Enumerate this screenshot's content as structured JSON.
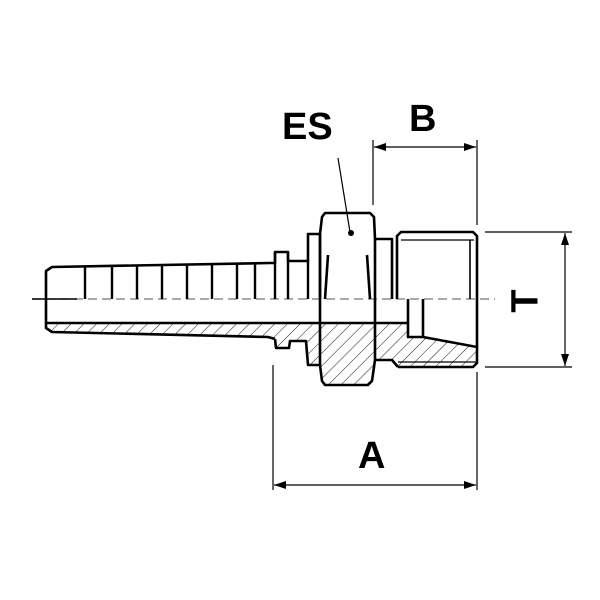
{
  "labels": {
    "es": "ES",
    "b": "B",
    "t": "T",
    "a": "A"
  },
  "colors": {
    "line": "#000000",
    "background": "#ffffff"
  }
}
